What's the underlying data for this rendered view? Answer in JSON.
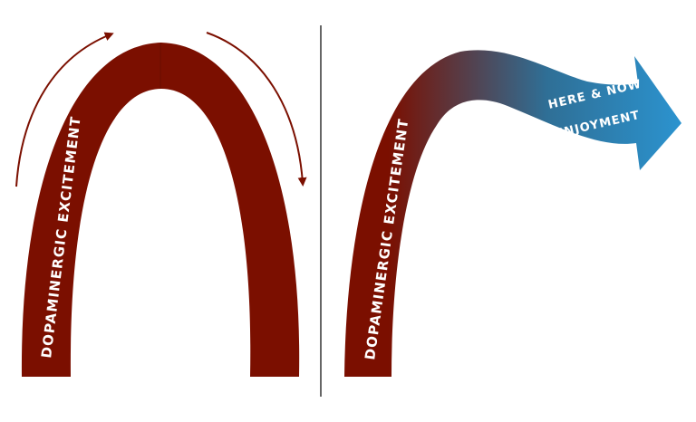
{
  "left_panel": {
    "label": "DOPAMINERGIC EXCITEMENT"
  },
  "right_panel": {
    "label": "DOPAMINERGIC EXCITEMENT",
    "arrow_label_line1": "HERE & NOW",
    "arrow_label_line2": "ENJOYMENT"
  },
  "colors": {
    "arch": "#7b0f00",
    "gradient_start": "#7b0f00",
    "gradient_end": "#2b8fce",
    "divider": "#333333"
  }
}
